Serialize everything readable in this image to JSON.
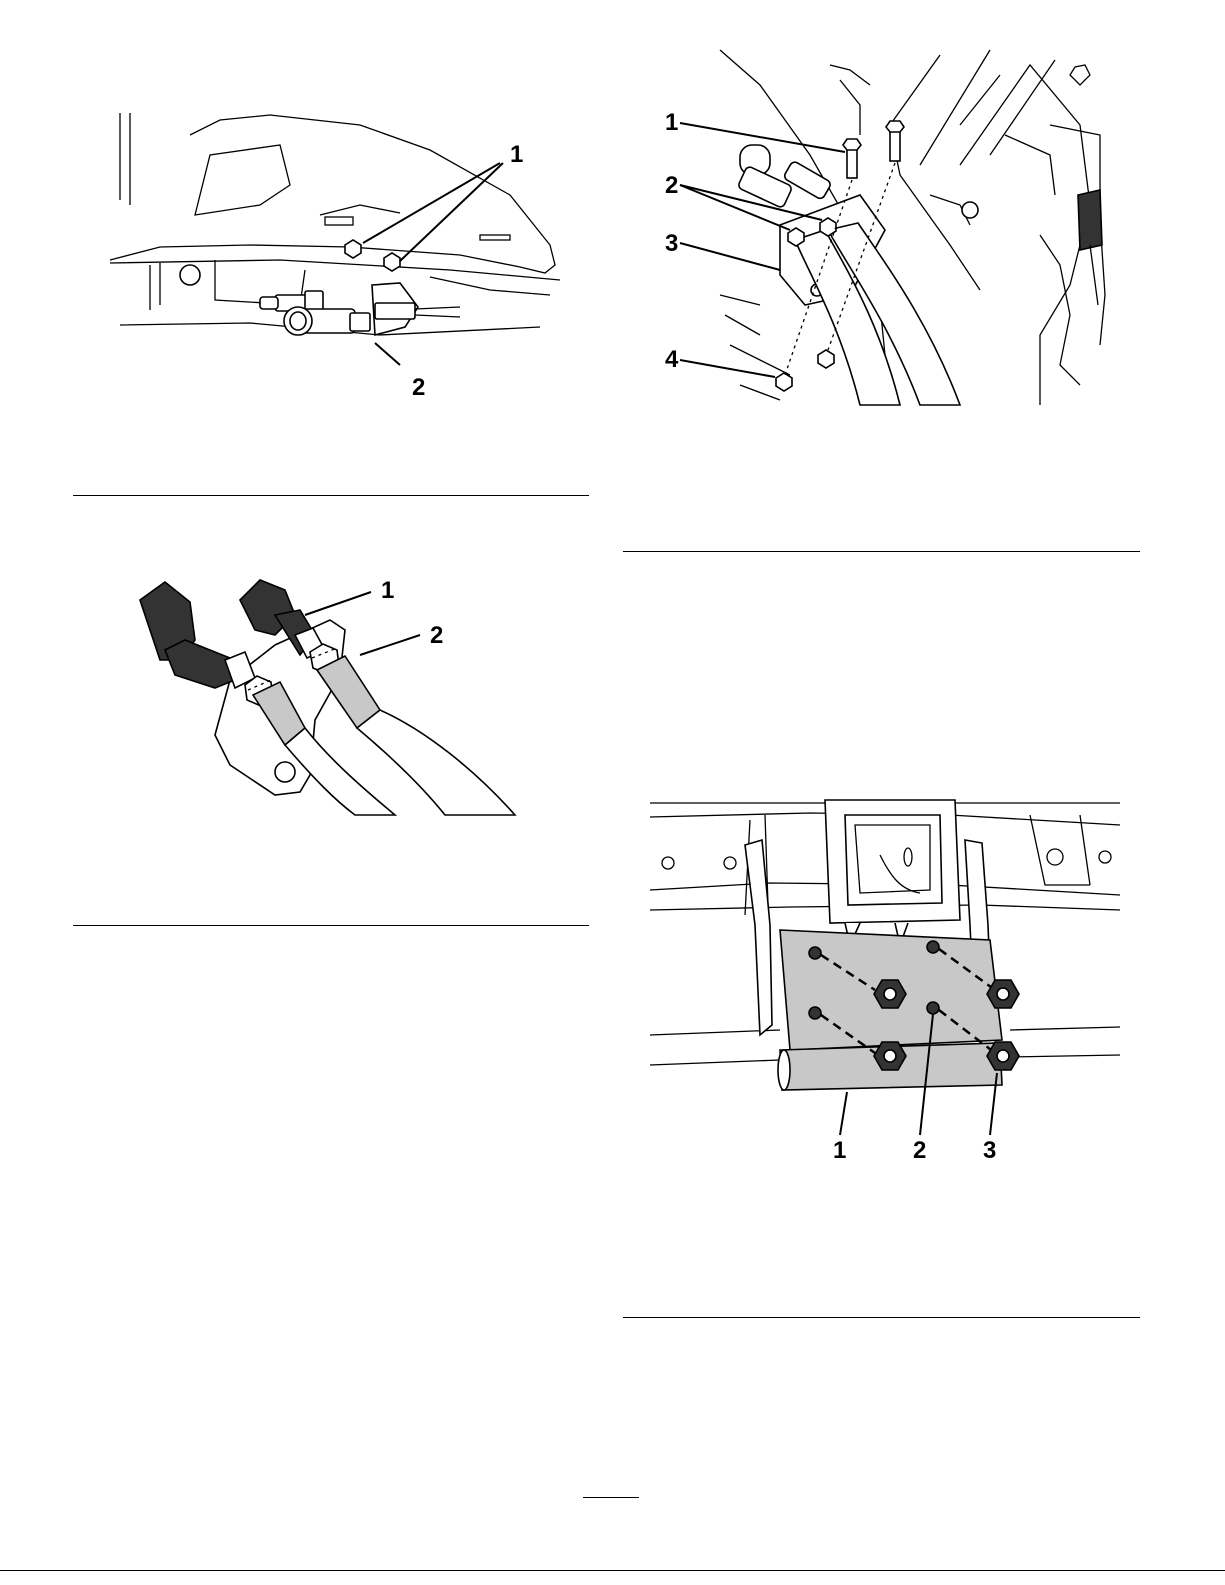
{
  "figures": [
    {
      "id": "fig-top-left",
      "callouts": [
        "1",
        "2"
      ]
    },
    {
      "id": "fig-top-right",
      "callouts": [
        "1",
        "2",
        "3",
        "4"
      ]
    },
    {
      "id": "fig-mid-left",
      "callouts": [
        "1",
        "2"
      ]
    },
    {
      "id": "fig-bottom-right",
      "callouts": [
        "1",
        "2",
        "3"
      ]
    }
  ]
}
